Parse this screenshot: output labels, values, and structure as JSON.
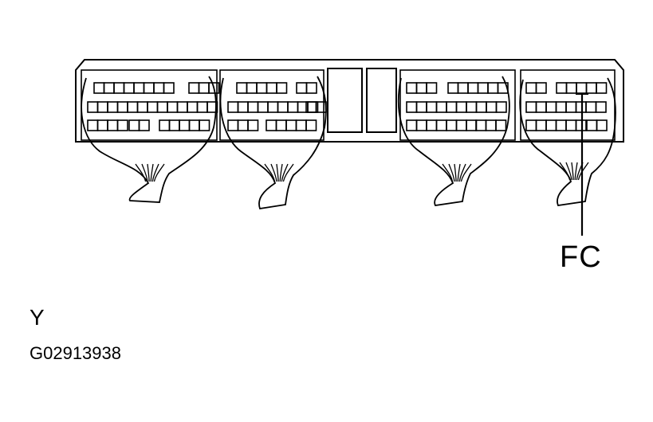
{
  "callout_label": "FC",
  "view_label": "Y",
  "figure_id": "G02913938",
  "colors": {
    "line": "#000000",
    "background": "#ffffff"
  }
}
